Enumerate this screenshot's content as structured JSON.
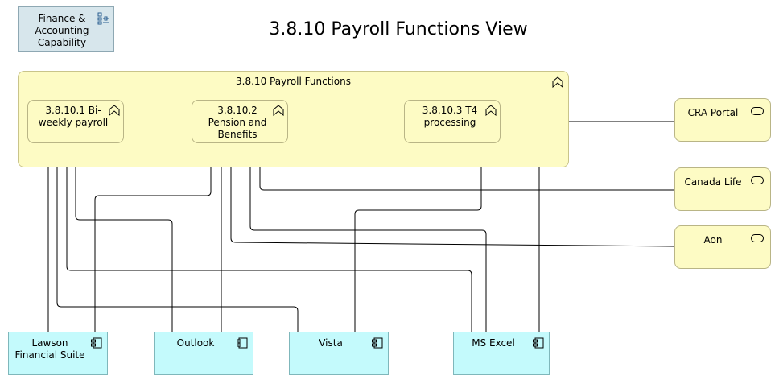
{
  "title": "3.8.10 Payroll Functions View",
  "capability": {
    "label": "Finance & Accounting Capability",
    "icon": "capability-icon"
  },
  "group": {
    "label": "3.8.10 Payroll Functions",
    "icon": "function-icon"
  },
  "functions": [
    {
      "id": "f1",
      "label": "3.8.10.1 Bi-weekly payroll",
      "icon": "function-icon"
    },
    {
      "id": "f2",
      "label": "3.8.10.2 Pension and Benefits",
      "icon": "function-icon"
    },
    {
      "id": "f3",
      "label": "3.8.10.3 T4 processing",
      "icon": "function-icon"
    }
  ],
  "interfaces": [
    {
      "id": "cra",
      "label": "CRA Portal",
      "icon": "interface-icon"
    },
    {
      "id": "canada",
      "label": "Canada Life",
      "icon": "interface-icon"
    },
    {
      "id": "aon",
      "label": "Aon",
      "icon": "interface-icon"
    }
  ],
  "applications": [
    {
      "id": "lawson",
      "label": "Lawson Financial Suite",
      "icon": "component-icon"
    },
    {
      "id": "outlook",
      "label": "Outlook",
      "icon": "component-icon"
    },
    {
      "id": "vista",
      "label": "Vista",
      "icon": "component-icon"
    },
    {
      "id": "msexcel",
      "label": "MS Excel",
      "icon": "component-icon"
    }
  ],
  "colors": {
    "group_fill": "#fdfbc4",
    "application_fill": "#c4fafc",
    "capability_fill": "#d7e6ec",
    "connector": "#000000"
  }
}
